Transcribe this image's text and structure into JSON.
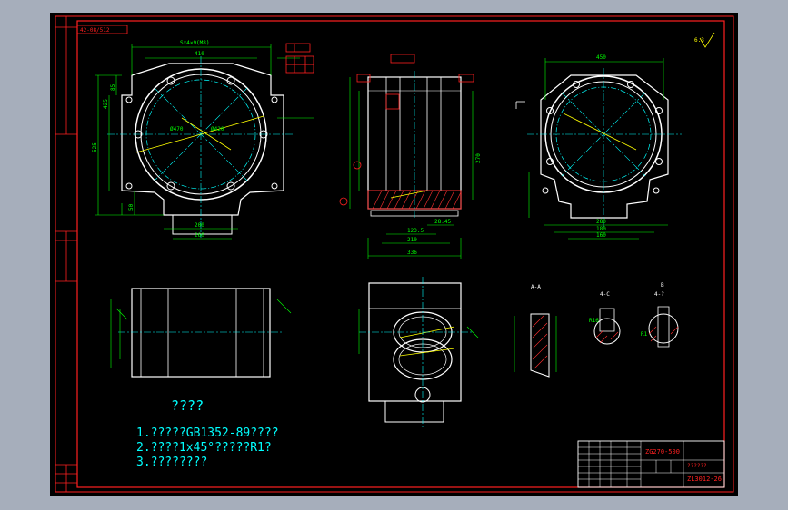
{
  "colors": {
    "background_gray": "#a6aebb",
    "paper": "#000000",
    "frame": "#ff2020",
    "geometry": "#ffffff",
    "dimension": "#00ff00",
    "centerline": "#00ffff",
    "hatch": "#ff3030",
    "highlight": "#ffff00",
    "notes": "#00ffff"
  },
  "title_strip": {
    "code": "42-08/512"
  },
  "surface_symbol": {
    "text": "6.3"
  },
  "notes": {
    "heading": "????",
    "lines": [
      "1.?????GB1352-89????",
      "2.????1x45°?????R1?",
      "3.????????"
    ]
  },
  "title_block": {
    "model": "ZG270-500",
    "material_label": "??????",
    "drawing_no": "ZL3012-26"
  },
  "section_labels": {
    "a": "A-A",
    "b": "B",
    "c": "4-C",
    "d": "4-?"
  },
  "front_view_dims": {
    "top_overall": "Sx4×9(M8)",
    "top_width": "410",
    "left_height": "525",
    "left_mid": "425",
    "left_small": "85",
    "bottom_width": "200",
    "bottom_inner": "260",
    "bottom_small": "50",
    "dia_outer": "Ø470",
    "dia_inner": "Ø420"
  },
  "section_view_dims": {
    "bottom_total": "336",
    "bottom_a": "210",
    "bottom_b": "123.5",
    "bottom_c": "28.45",
    "right_height": "270"
  },
  "side_view_dims": {
    "top_width": "450",
    "bottom_a": "280",
    "bottom_b": "180",
    "bottom_c": "160"
  },
  "detail_dims": {
    "r1": "R16",
    "r2": "R1"
  }
}
